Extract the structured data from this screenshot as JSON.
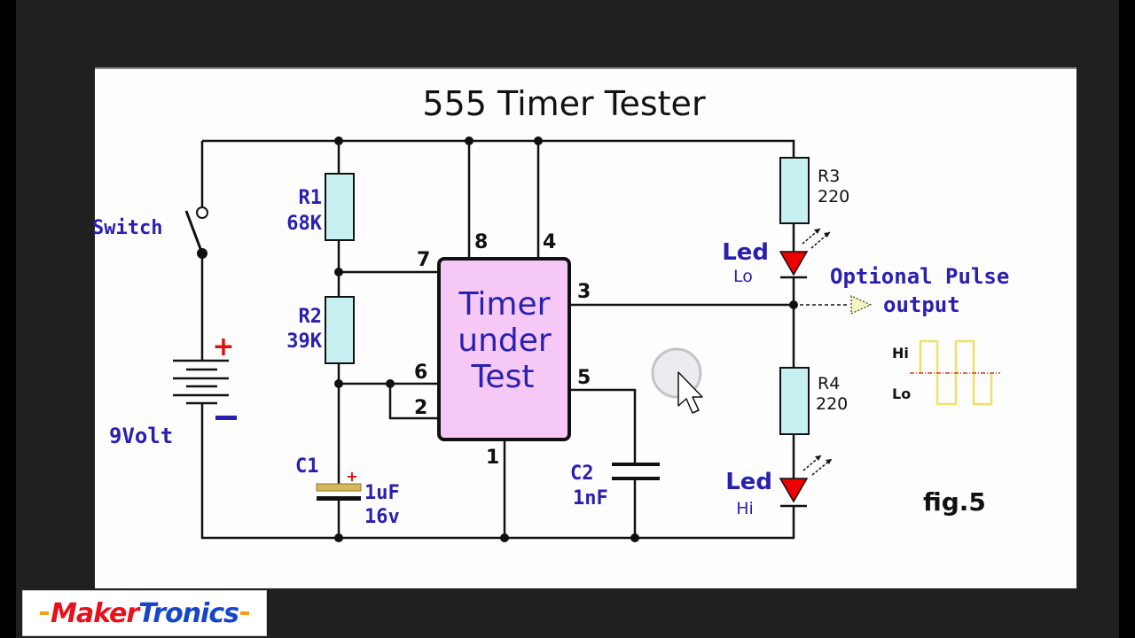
{
  "diagram": {
    "title": "555 Timer Tester",
    "figure_label": "fig.5",
    "ic": {
      "text_lines": [
        "Timer",
        "under",
        "Test"
      ],
      "pins": [
        "7",
        "8",
        "4",
        "3",
        "6",
        "2",
        "5",
        "1"
      ]
    },
    "components": {
      "switch": {
        "label": "Switch"
      },
      "battery": {
        "label": "9Volt",
        "plus": "+",
        "minus": "–"
      },
      "r1": {
        "name": "R1",
        "value": "68K"
      },
      "r2": {
        "name": "R2",
        "value": "39K"
      },
      "r3": {
        "name": "R3",
        "value": "220"
      },
      "r4": {
        "name": "R4",
        "value": "220"
      },
      "c1": {
        "name": "C1",
        "value": "1uF",
        "voltage": "16v",
        "polarity": "+"
      },
      "c2": {
        "name": "C2",
        "value": "1nF"
      },
      "led_lo": {
        "name": "Led",
        "state": "Lo"
      },
      "led_hi": {
        "name": "Led",
        "state": "Hi"
      }
    },
    "output": {
      "line1": "Optional Pulse",
      "line2": "output"
    },
    "waveform": {
      "hi_label": "Hi",
      "lo_label": "Lo"
    },
    "colors": {
      "label_blue": "#2a1fb0",
      "ic_fill": "#f6c8f6",
      "resistor_fill": "#c8f0f0",
      "led_red": "#ee0000",
      "cap_gold": "#d4b85a",
      "wave_yellow": "#f0e068",
      "polarity_red": "#dd1111"
    }
  },
  "brand": {
    "part1": "Maker",
    "part2": "Tronics"
  },
  "cursor": {
    "icon": "mouse-pointer-icon"
  }
}
